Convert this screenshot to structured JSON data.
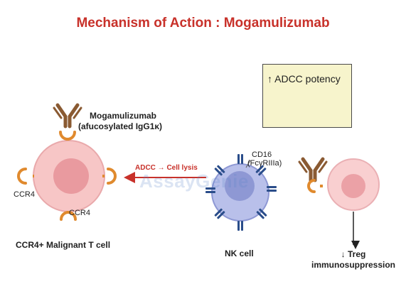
{
  "title": "Mechanism of Action : Mogamulizumab",
  "antibody_label_line1": "Mogamulizumab",
  "antibody_label_line2": "(afucosylated IgG1κ)",
  "ccr4_label_left": "CCR4",
  "ccr4_label_bottom": "CCR4",
  "t_cell_label": "CCR4+ Malignant T cell",
  "arrow_label": "ADCC → Cell lysis",
  "cd16_label_line1": "CD16",
  "cd16_label_line2": "(FcγRIIIa)",
  "nk_cell_label": "NK cell",
  "legend_text": "↑ ADCC potency",
  "treg_label_line1": "↓ Treg",
  "treg_label_line2": "immunosuppression",
  "watermark": "AssayGenie",
  "colors": {
    "title": "#c8312a",
    "antibody": "#8a5a32",
    "receptor": "#e08a2e",
    "t_cell_outer": "#f7c6c6",
    "t_cell_nucleus": "#e99a9f",
    "nk_cell_outer": "#b9c0ea",
    "nk_cell_nucleus": "#8e98d4",
    "cd16": "#2a4d8a",
    "arrow": "#c8312a",
    "fucose_hex": "#1a6fb3",
    "legend_bg": "#f7f4cc"
  }
}
